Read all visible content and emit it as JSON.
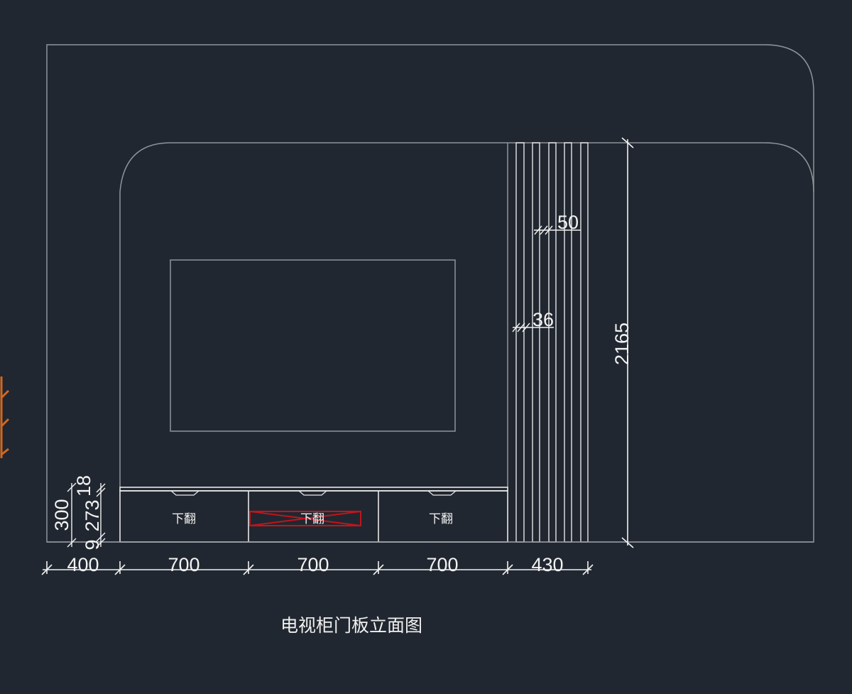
{
  "title": "电视柜门板立面图",
  "doors": [
    {
      "label": "下翻"
    },
    {
      "label": "下翻"
    },
    {
      "label": "下翻"
    }
  ],
  "dimensions": {
    "bottom": [
      "400",
      "700",
      "700",
      "700",
      "430"
    ],
    "height_total": "2165",
    "cabinet_height": "300",
    "top_panel": "18",
    "door_height": "273",
    "gap": "9",
    "slat_width": "50",
    "slat_gap": "36"
  },
  "colors": {
    "background": "#212730",
    "outline": "#9a9ea4",
    "cabinet": "#e8e8e8",
    "dimension": "#f2f2f2",
    "highlight": "#c0151b",
    "side_mark": "#d4671e"
  }
}
